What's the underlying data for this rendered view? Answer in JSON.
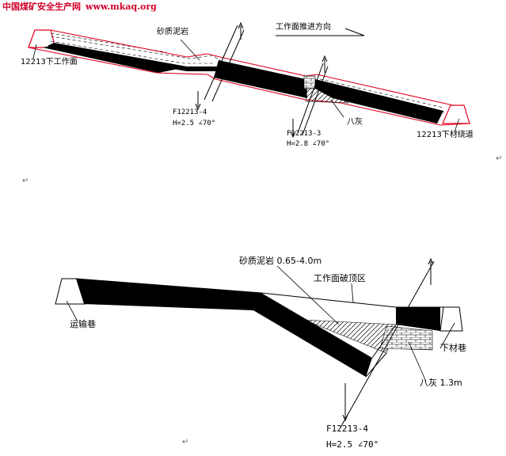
{
  "watermark": {
    "site_name": "中国煤矿安全生产网",
    "url": "www.mkaq.org"
  },
  "colors": {
    "watermark": "#d0002a",
    "roof_line": "#e0001b",
    "coal": "#000000",
    "line": "#000000"
  },
  "diagram1": {
    "labels": {
      "working_face": "12213下工作面",
      "sandy_mudstone": "砂质泥岩",
      "advance_direction": "工作面推进方向",
      "fault_a_name": "F12213-4",
      "fault_a_param": "H=2.5 ∠70°",
      "fault_b_name": "F12213-3",
      "fault_b_param": "H=2.8 ∠70°",
      "limestone": "八灰",
      "lower_roadway": "12213下材绕道"
    }
  },
  "diagram2": {
    "labels": {
      "sandy_mudstone": "砂质泥岩 0.65-4.0m",
      "roof_break_zone": "工作面破顶区",
      "haulage_roadway": "运输巷",
      "material_roadway": "下材巷",
      "limestone": "八灰 1.3m",
      "fault_name": "F12213-4",
      "fault_param": "H=2.5 ∠70°"
    }
  },
  "return_mark": "↵"
}
